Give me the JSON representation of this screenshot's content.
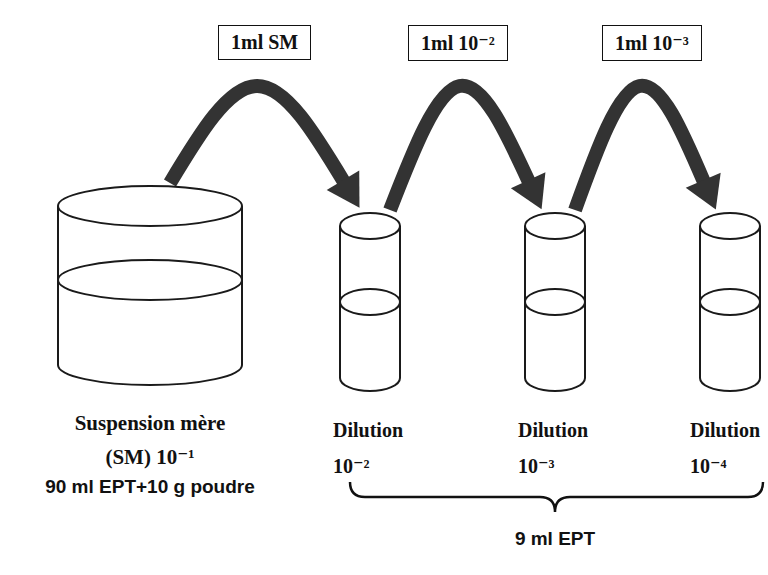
{
  "diagram": {
    "nodes": [
      {
        "text": [
          "Suspension mère (SM) 10⁻¹",
          "90 ml EPT+10 g poudre"
        ]
      },
      {
        "text": [
          "Dilution 10⁻²"
        ]
      },
      {
        "text": [
          "Dilution 10⁻³"
        ]
      },
      {
        "text": [
          "Dilution 10⁻⁴"
        ]
      }
    ],
    "edges": [
      {
        "from": 0,
        "to": 1,
        "arrow": "to",
        "label": "1ml SM"
      },
      {
        "from": 1,
        "to": 2,
        "arrow": "to",
        "label": "1ml 10⁻²"
      },
      {
        "from": 2,
        "to": 3,
        "arrow": "to",
        "label": "1ml 10⁻³"
      }
    ],
    "labels": [
      "9 ml EPT"
    ]
  }
}
